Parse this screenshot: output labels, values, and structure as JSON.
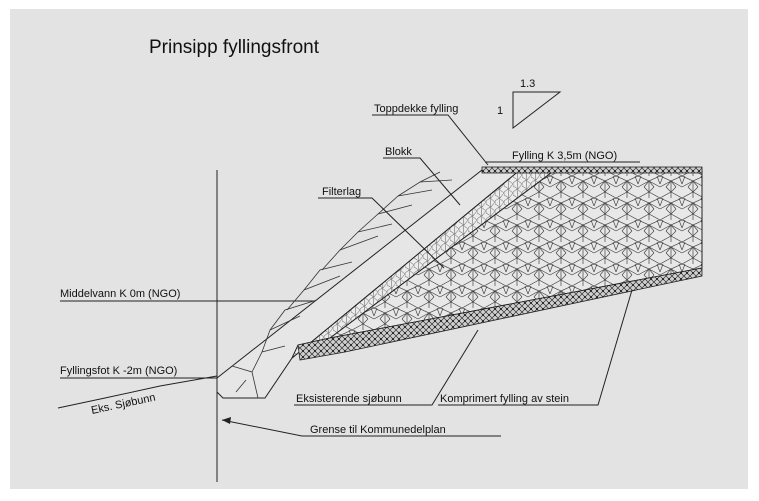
{
  "title": "Prinsipp fyllingsfront",
  "slope": {
    "horizontal": "1.3",
    "vertical": "1"
  },
  "labels": {
    "toppdekke": "Toppdekke fylling",
    "fylling_top": "Fylling K 3,5m (NGO)",
    "blokk": "Blokk",
    "filterlag": "Filterlag",
    "middelvann": "Middelvann K 0m (NGO)",
    "fyllingsfot": "Fyllingsfot K -2m (NGO)",
    "sjobunn": "Eks. Sjøbunn",
    "eksisterende": "Eksisterende sjøbunn",
    "komprimert": "Komprimert fylling av stein",
    "grense": "Grense til Kommunedelplan"
  }
}
